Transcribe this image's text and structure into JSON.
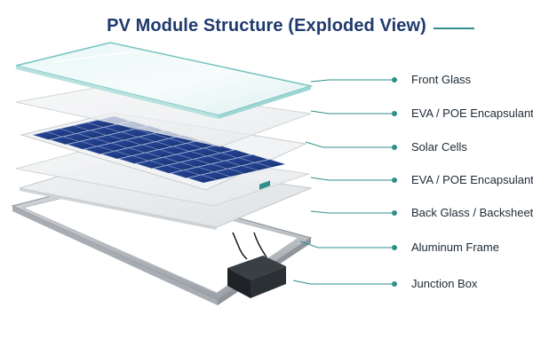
{
  "title": "PV Module Structure (Exploded View)",
  "accent_color": "#2e8f8a",
  "title_color": "#1f3a6d",
  "layers": [
    {
      "id": "front-glass",
      "label": "Front Glass"
    },
    {
      "id": "eva-top",
      "label": "EVA / POE Encapsulant"
    },
    {
      "id": "solar-cells",
      "label": "Solar Cells"
    },
    {
      "id": "eva-bottom",
      "label": "EVA / POE Encapsulant"
    },
    {
      "id": "back-glass",
      "label": "Back Glass / Backsheet"
    },
    {
      "id": "aluminum-frame",
      "label": "Aluminum Frame"
    },
    {
      "id": "junction-box",
      "label": "Junction Box"
    }
  ]
}
